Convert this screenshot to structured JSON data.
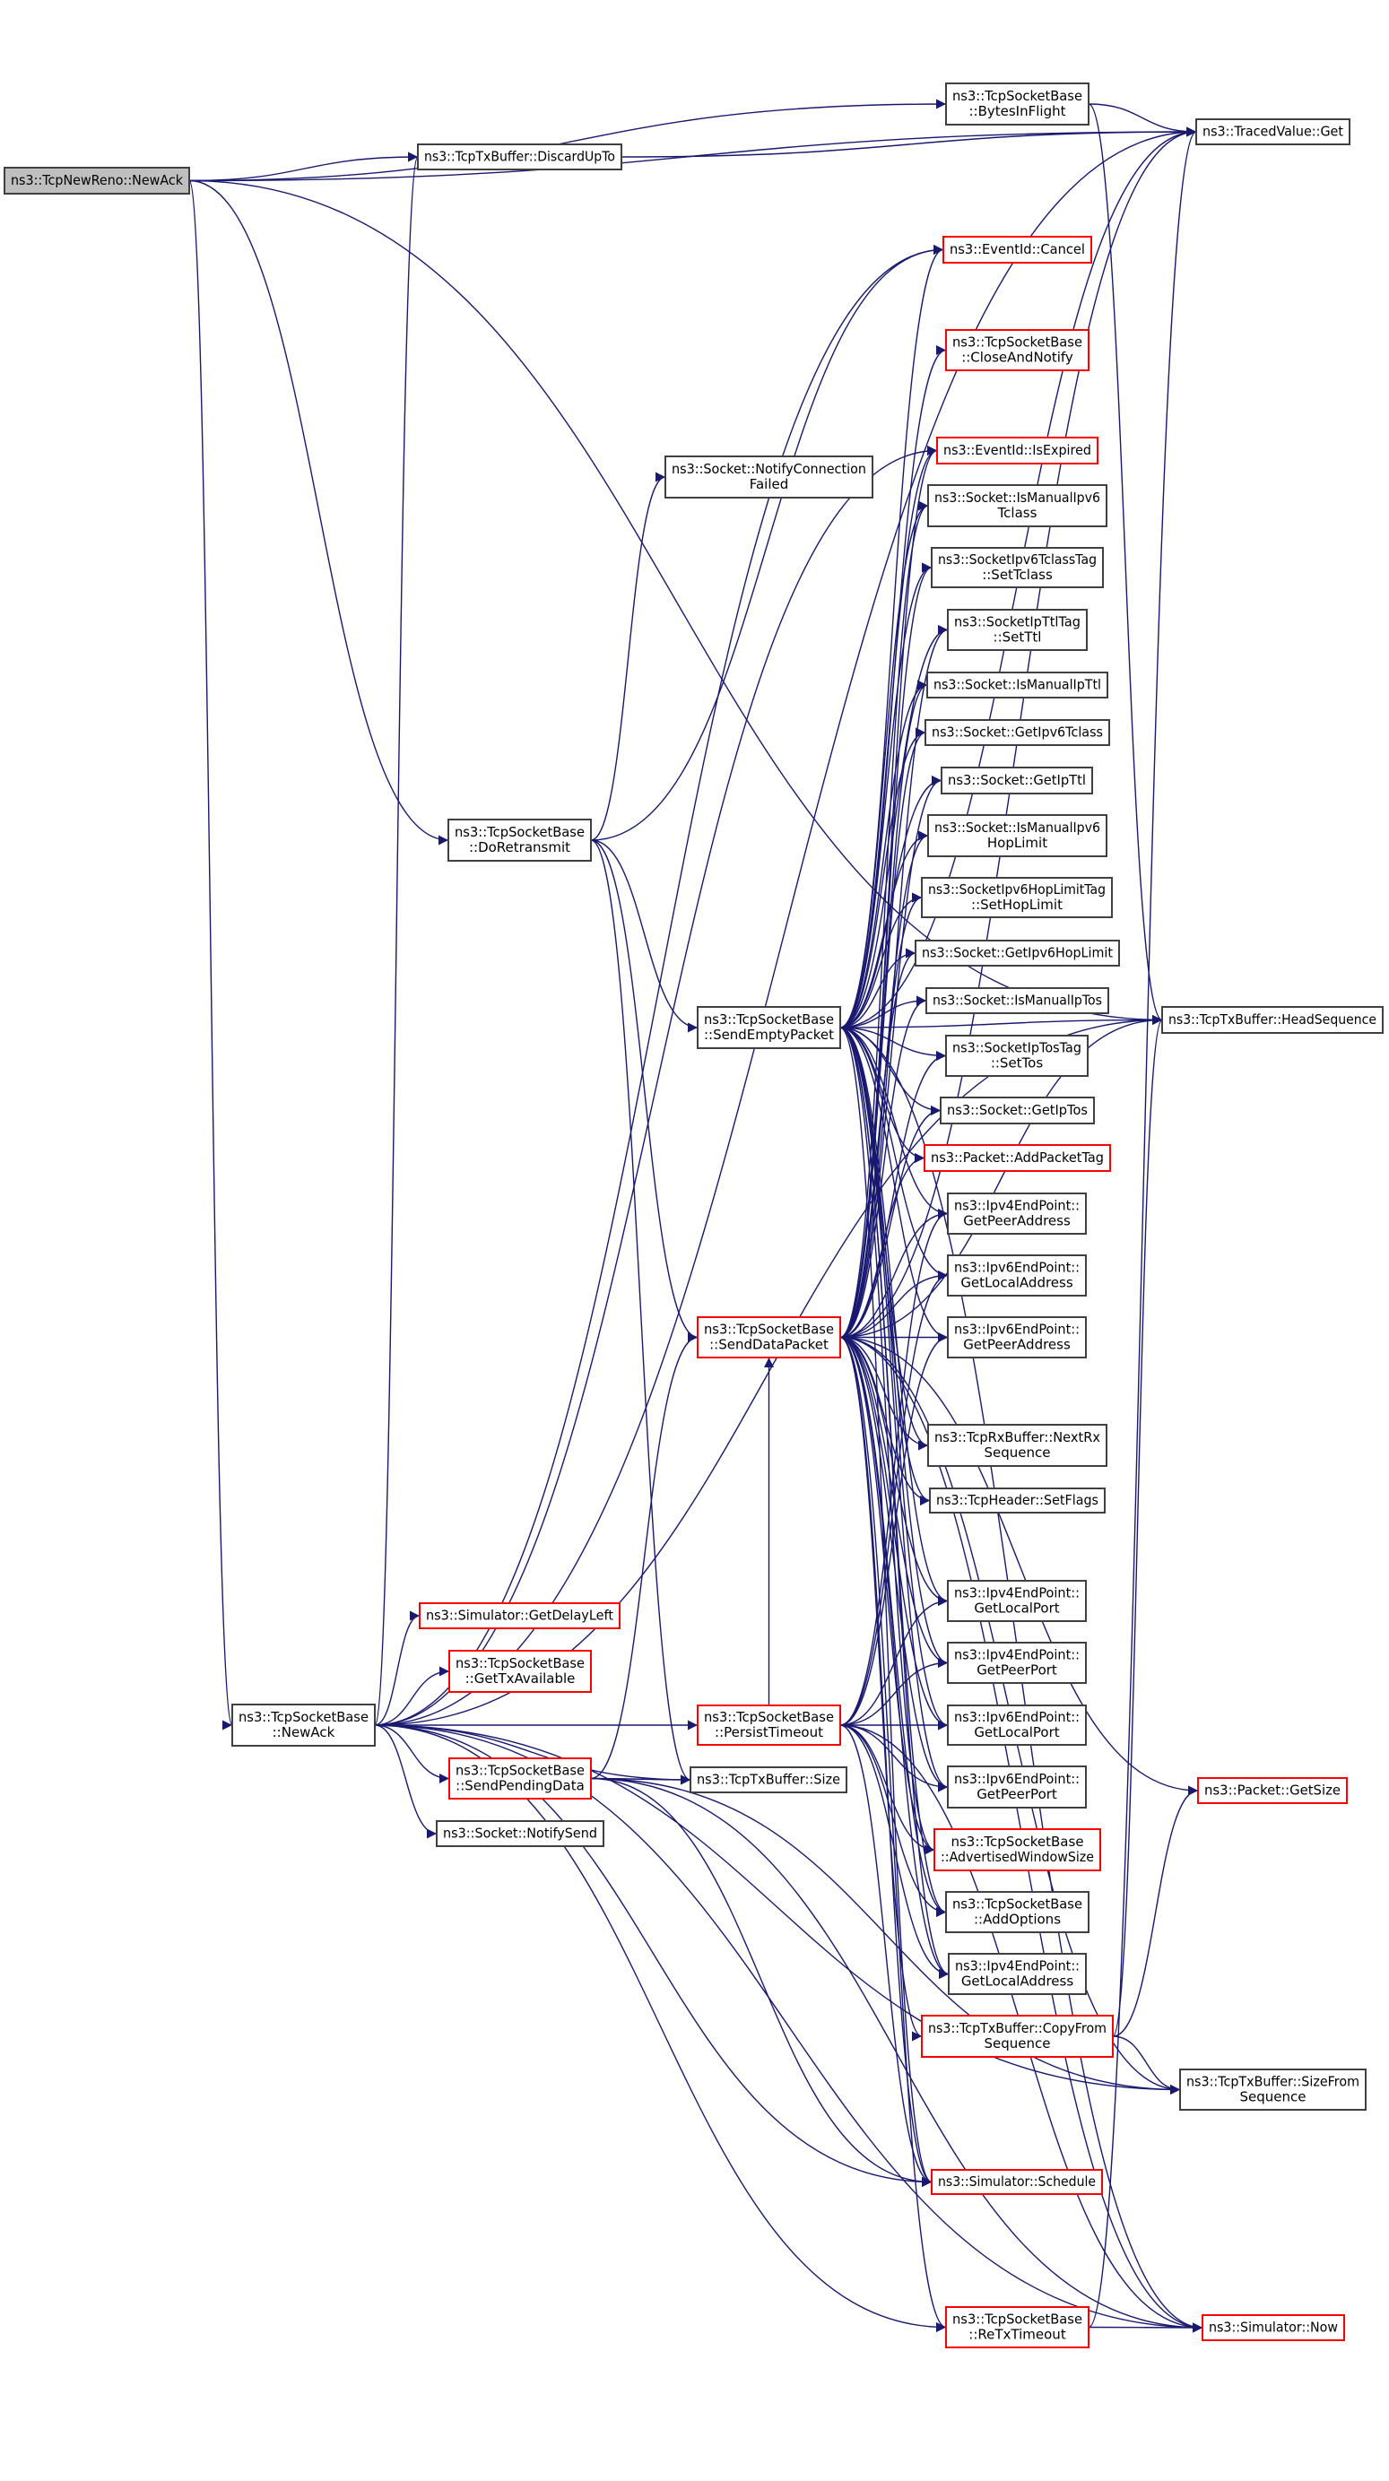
{
  "graph": {
    "title": "Call graph of ns3::TcpNewReno::NewAck",
    "colors": {
      "edge": "#191970",
      "normal_border": "#404040",
      "truncated_border": "#ff0000",
      "root_fill": "#bfbfbf",
      "node_fill": "#ffffff"
    },
    "nodes": [
      {
        "lines": [
          "ns3::TcpNewReno::NewAck"
        ],
        "truncated": false,
        "root": true
      },
      {
        "lines": [
          "ns3::TcpTxBuffer::DiscardUpTo"
        ],
        "truncated": false
      },
      {
        "lines": [
          "ns3::TcpSocketBase",
          "::BytesInFlight"
        ],
        "truncated": false
      },
      {
        "lines": [
          "ns3::TracedValue::Get"
        ],
        "truncated": false
      },
      {
        "lines": [
          "ns3::EventId::Cancel"
        ],
        "truncated": true
      },
      {
        "lines": [
          "ns3::TcpSocketBase",
          "::CloseAndNotify"
        ],
        "truncated": true
      },
      {
        "lines": [
          "ns3::EventId::IsExpired"
        ],
        "truncated": true
      },
      {
        "lines": [
          "ns3::Socket::NotifyConnection",
          "Failed"
        ],
        "truncated": false
      },
      {
        "lines": [
          "ns3::Socket::IsManualIpv6",
          "Tclass"
        ],
        "truncated": false
      },
      {
        "lines": [
          "ns3::SocketIpv6TclassTag",
          "::SetTclass"
        ],
        "truncated": false
      },
      {
        "lines": [
          "ns3::SocketIpTtlTag",
          "::SetTtl"
        ],
        "truncated": false
      },
      {
        "lines": [
          "ns3::Socket::IsManualIpTtl"
        ],
        "truncated": false
      },
      {
        "lines": [
          "ns3::Socket::GetIpv6Tclass"
        ],
        "truncated": false
      },
      {
        "lines": [
          "ns3::Socket::GetIpTtl"
        ],
        "truncated": false
      },
      {
        "lines": [
          "ns3::Socket::IsManualIpv6",
          "HopLimit"
        ],
        "truncated": false
      },
      {
        "lines": [
          "ns3::SocketIpv6HopLimitTag",
          "::SetHopLimit"
        ],
        "truncated": false
      },
      {
        "lines": [
          "ns3::Socket::GetIpv6HopLimit"
        ],
        "truncated": false
      },
      {
        "lines": [
          "ns3::Socket::IsManualIpTos"
        ],
        "truncated": false
      },
      {
        "lines": [
          "ns3::SocketIpTosTag",
          "::SetTos"
        ],
        "truncated": false
      },
      {
        "lines": [
          "ns3::Socket::GetIpTos"
        ],
        "truncated": false
      },
      {
        "lines": [
          "ns3::Packet::AddPacketTag"
        ],
        "truncated": true
      },
      {
        "lines": [
          "ns3::Ipv4EndPoint::",
          "GetPeerAddress"
        ],
        "truncated": false
      },
      {
        "lines": [
          "ns3::Ipv6EndPoint::",
          "GetLocalAddress"
        ],
        "truncated": false
      },
      {
        "lines": [
          "ns3::Ipv6EndPoint::",
          "GetPeerAddress"
        ],
        "truncated": false
      },
      {
        "lines": [
          "ns3::TcpRxBuffer::NextRx",
          "Sequence"
        ],
        "truncated": false
      },
      {
        "lines": [
          "ns3::TcpHeader::SetFlags"
        ],
        "truncated": false
      },
      {
        "lines": [
          "ns3::Ipv4EndPoint::",
          "GetLocalPort"
        ],
        "truncated": false
      },
      {
        "lines": [
          "ns3::Ipv4EndPoint::",
          "GetPeerPort"
        ],
        "truncated": false
      },
      {
        "lines": [
          "ns3::Ipv6EndPoint::",
          "GetLocalPort"
        ],
        "truncated": false
      },
      {
        "lines": [
          "ns3::Ipv6EndPoint::",
          "GetPeerPort"
        ],
        "truncated": false
      },
      {
        "lines": [
          "ns3::TcpSocketBase",
          "::AdvertisedWindowSize"
        ],
        "truncated": true
      },
      {
        "lines": [
          "ns3::TcpSocketBase",
          "::AddOptions"
        ],
        "truncated": false
      },
      {
        "lines": [
          "ns3::Ipv4EndPoint::",
          "GetLocalAddress"
        ],
        "truncated": false
      },
      {
        "lines": [
          "ns3::TcpTxBuffer::CopyFrom",
          "Sequence"
        ],
        "truncated": true
      },
      {
        "lines": [
          "ns3::Simulator::Schedule"
        ],
        "truncated": true
      },
      {
        "lines": [
          "ns3::TcpSocketBase",
          "::ReTxTimeout"
        ],
        "truncated": true
      },
      {
        "lines": [
          "ns3::Simulator::Now"
        ],
        "truncated": true
      },
      {
        "lines": [
          "ns3::TcpTxBuffer::SizeFrom",
          "Sequence"
        ],
        "truncated": false
      },
      {
        "lines": [
          "ns3::Packet::GetSize"
        ],
        "truncated": true
      },
      {
        "lines": [
          "ns3::TcpTxBuffer::HeadSequence"
        ],
        "truncated": false
      },
      {
        "lines": [
          "ns3::TcpSocketBase",
          "::DoRetransmit"
        ],
        "truncated": false
      },
      {
        "lines": [
          "ns3::TcpSocketBase",
          "::SendEmptyPacket"
        ],
        "truncated": false
      },
      {
        "lines": [
          "ns3::TcpSocketBase",
          "::SendDataPacket"
        ],
        "truncated": true
      },
      {
        "lines": [
          "ns3::Simulator::GetDelayLeft"
        ],
        "truncated": true
      },
      {
        "lines": [
          "ns3::TcpSocketBase",
          "::GetTxAvailable"
        ],
        "truncated": true
      },
      {
        "lines": [
          "ns3::TcpSocketBase",
          "::NewAck"
        ],
        "truncated": false
      },
      {
        "lines": [
          "ns3::TcpSocketBase",
          "::PersistTimeout"
        ],
        "truncated": true
      },
      {
        "lines": [
          "ns3::TcpSocketBase",
          "::SendPendingData"
        ],
        "truncated": true
      },
      {
        "lines": [
          "ns3::TcpTxBuffer::Size"
        ],
        "truncated": false
      },
      {
        "lines": [
          "ns3::Socket::NotifySend"
        ],
        "truncated": false
      }
    ],
    "edges": [
      [
        0,
        1
      ],
      [
        0,
        2
      ],
      [
        0,
        3
      ],
      [
        0,
        39
      ],
      [
        0,
        40
      ],
      [
        0,
        45
      ],
      [
        1,
        3
      ],
      [
        2,
        3
      ],
      [
        2,
        39
      ],
      [
        40,
        7
      ],
      [
        40,
        4
      ],
      [
        40,
        41
      ],
      [
        40,
        42
      ],
      [
        40,
        48
      ],
      [
        41,
        4
      ],
      [
        41,
        5
      ],
      [
        41,
        6
      ],
      [
        41,
        8
      ],
      [
        41,
        9
      ],
      [
        41,
        10
      ],
      [
        41,
        11
      ],
      [
        41,
        12
      ],
      [
        41,
        13
      ],
      [
        41,
        14
      ],
      [
        41,
        15
      ],
      [
        41,
        16
      ],
      [
        41,
        17
      ],
      [
        41,
        18
      ],
      [
        41,
        19
      ],
      [
        41,
        20
      ],
      [
        41,
        21
      ],
      [
        41,
        22
      ],
      [
        41,
        23
      ],
      [
        41,
        24
      ],
      [
        41,
        25
      ],
      [
        41,
        26
      ],
      [
        41,
        27
      ],
      [
        41,
        28
      ],
      [
        41,
        29
      ],
      [
        41,
        30
      ],
      [
        41,
        31
      ],
      [
        41,
        32
      ],
      [
        41,
        34
      ],
      [
        41,
        36
      ],
      [
        41,
        39
      ],
      [
        41,
        3
      ],
      [
        42,
        6
      ],
      [
        42,
        8
      ],
      [
        42,
        9
      ],
      [
        42,
        10
      ],
      [
        42,
        11
      ],
      [
        42,
        12
      ],
      [
        42,
        13
      ],
      [
        42,
        14
      ],
      [
        42,
        15
      ],
      [
        42,
        16
      ],
      [
        42,
        17
      ],
      [
        42,
        18
      ],
      [
        42,
        19
      ],
      [
        42,
        20
      ],
      [
        42,
        21
      ],
      [
        42,
        22
      ],
      [
        42,
        23
      ],
      [
        42,
        24
      ],
      [
        42,
        25
      ],
      [
        42,
        26
      ],
      [
        42,
        27
      ],
      [
        42,
        28
      ],
      [
        42,
        29
      ],
      [
        42,
        30
      ],
      [
        42,
        31
      ],
      [
        42,
        32
      ],
      [
        42,
        33
      ],
      [
        42,
        34
      ],
      [
        42,
        35
      ],
      [
        42,
        36
      ],
      [
        42,
        39
      ],
      [
        42,
        38
      ],
      [
        42,
        37
      ],
      [
        42,
        3
      ],
      [
        45,
        1
      ],
      [
        45,
        43
      ],
      [
        45,
        44
      ],
      [
        45,
        46
      ],
      [
        45,
        47
      ],
      [
        45,
        49
      ],
      [
        45,
        48
      ],
      [
        45,
        34
      ],
      [
        45,
        35
      ],
      [
        45,
        36
      ],
      [
        45,
        4
      ],
      [
        45,
        6
      ],
      [
        45,
        39
      ],
      [
        45,
        37
      ],
      [
        45,
        3
      ],
      [
        46,
        42
      ],
      [
        46,
        21
      ],
      [
        46,
        22
      ],
      [
        46,
        23
      ],
      [
        46,
        26
      ],
      [
        46,
        27
      ],
      [
        46,
        28
      ],
      [
        46,
        29
      ],
      [
        46,
        30
      ],
      [
        46,
        31
      ],
      [
        46,
        32
      ],
      [
        46,
        34
      ],
      [
        46,
        36
      ],
      [
        47,
        48
      ],
      [
        47,
        42
      ],
      [
        47,
        37
      ],
      [
        47,
        36
      ],
      [
        47,
        34
      ],
      [
        33,
        38
      ],
      [
        33,
        37
      ],
      [
        33,
        39
      ],
      [
        35,
        36
      ],
      [
        35,
        3
      ]
    ]
  }
}
